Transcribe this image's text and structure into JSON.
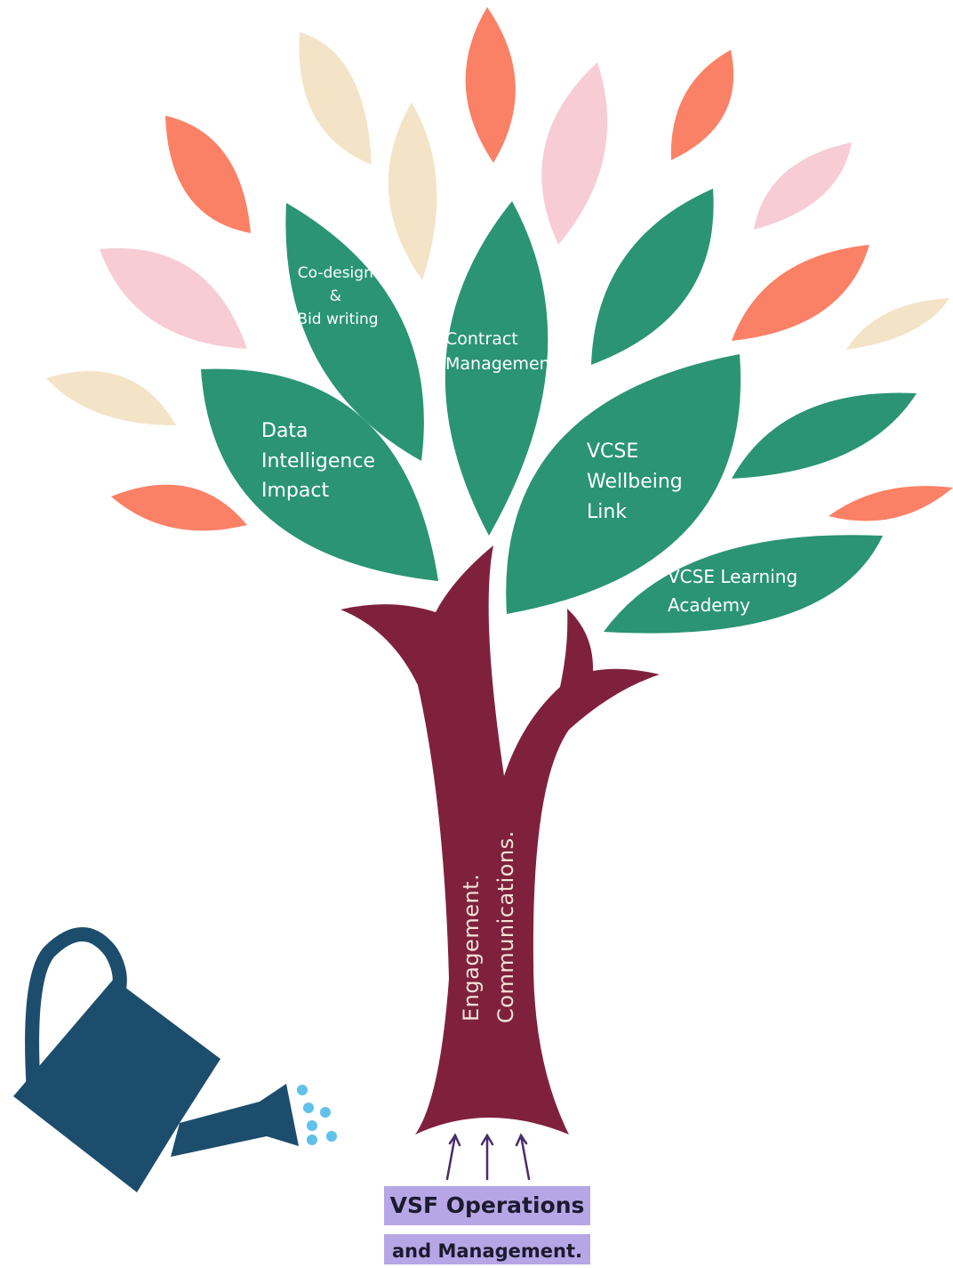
{
  "leaves": {
    "co_design": [
      "Co-design",
      "&",
      "Bid writing"
    ],
    "contract": [
      "Contract",
      "Management"
    ],
    "data": [
      "Data",
      "Intelligence",
      "Impact"
    ],
    "wellbeing": [
      "VCSE",
      "Wellbeing",
      "Link"
    ],
    "academy": [
      "VCSE Learning",
      "Academy"
    ]
  },
  "trunk": {
    "line1": "Engagement.",
    "line2": "Communications."
  },
  "base": {
    "line1": "VSF Operations",
    "line2": "and Management."
  },
  "colors": {
    "green_leaf": "#2a9473",
    "coral_leaf": "#fa8166",
    "pink_leaf": "#f7ccd5",
    "cream_leaf": "#f3e4c8",
    "trunk": "#7f213d",
    "watering_can": "#1d4d6d",
    "water_drops": "#60c1ea",
    "arrows": "#4c2c69",
    "label_bg": "#b7a6e6"
  }
}
